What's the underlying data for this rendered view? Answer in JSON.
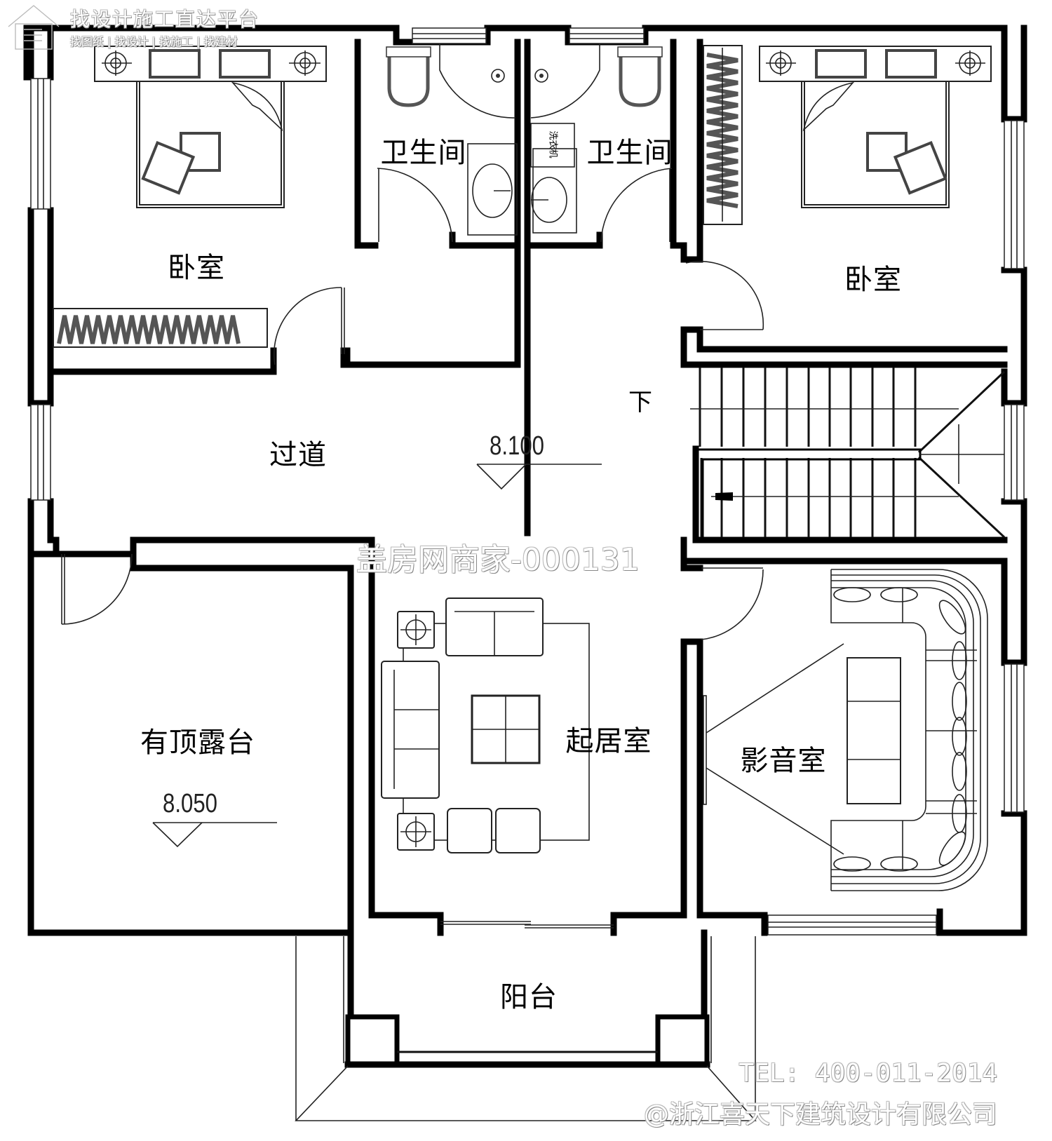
{
  "watermarks": {
    "platform_title": "找设计施工直达平台",
    "platform_subtitle": "找图纸 | 找设计 | 找施工 | 找建材",
    "center_id": "盖房网商家-000131",
    "tel": "TEL: 400-011-2014",
    "company": "@浙江喜天下建筑设计有限公司"
  },
  "rooms": {
    "bedroom_left": "卧室",
    "bathroom_left": "卫生间",
    "bathroom_right": "卫生间",
    "bedroom_right": "卧室",
    "corridor": "过道",
    "covered_terrace": "有顶露台",
    "living_room": "起居室",
    "media_room": "影音室",
    "balcony": "阳台"
  },
  "fixtures": {
    "washing_machine": "洗衣机",
    "stair_down": "下"
  },
  "elevations": {
    "floor_level": "8.100",
    "terrace_level": "8.050"
  },
  "colors": {
    "wall": "#000000",
    "furniture": "#222222",
    "background": "#ffffff"
  }
}
